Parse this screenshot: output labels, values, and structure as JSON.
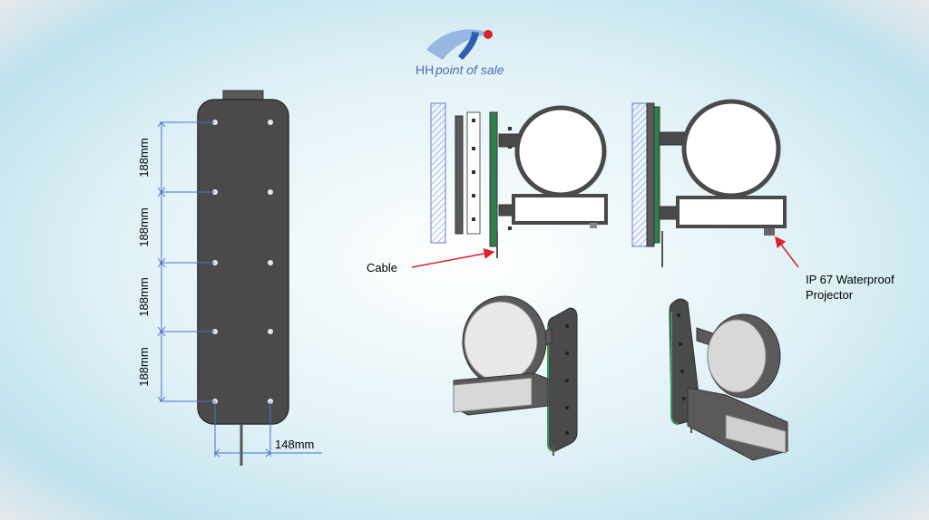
{
  "logo": {
    "text": "point of sale",
    "letters": "HH",
    "accent_color": "#e0202a",
    "brand_color": "#2f5fae"
  },
  "dimensions": {
    "vertical_label": "188mm",
    "horizontal_label": "148mm",
    "color": "#4a72c8"
  },
  "callouts": {
    "cable": "Cable",
    "projector_line1": "IP 67 Waterproof",
    "projector_line2": "Projector",
    "arrow_color": "#e0202a"
  },
  "colors": {
    "panel": "#4a4a4a",
    "frame": "#5a5a5a",
    "wall_hatch": "#6b7fcf",
    "light": "#ffffff",
    "green_edge": "#3a9a5a"
  }
}
